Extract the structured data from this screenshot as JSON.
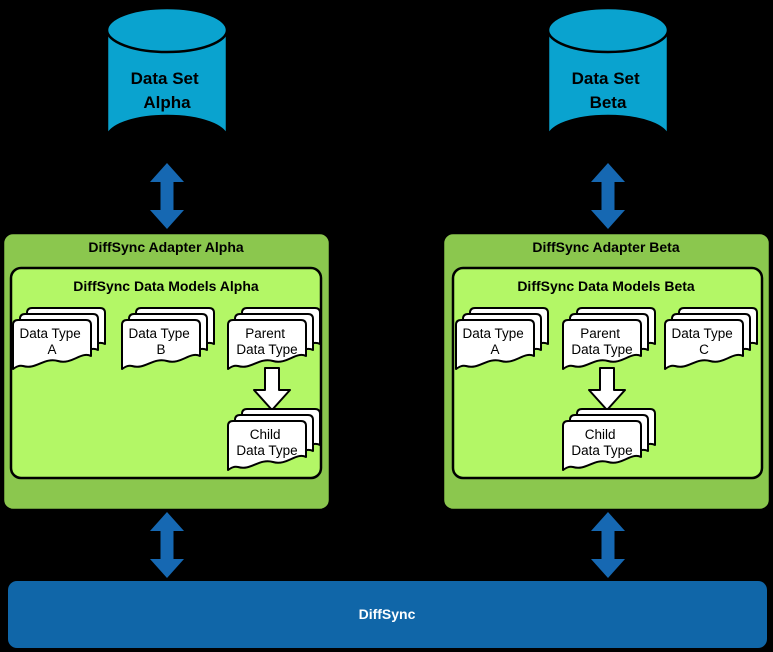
{
  "colors": {
    "background": "#000000",
    "dataset_cyan": "#0aa3cf",
    "adapter_green": "#8bc74e",
    "models_green": "#b3f766",
    "arrow_blue": "#1668b2",
    "bar_blue": "#1066a8",
    "sheet_white": "#ffffff",
    "outline_black": "#000000"
  },
  "datasets": {
    "alpha": {
      "line1": "Data Set",
      "line2": "Alpha"
    },
    "beta": {
      "line1": "Data Set",
      "line2": "Beta"
    }
  },
  "adapters": {
    "alpha": {
      "title": "DiffSync Adapter Alpha",
      "models_title": "DiffSync Data Models Alpha",
      "stacks": {
        "a": {
          "line1": "Data Type",
          "line2": "A"
        },
        "b": {
          "line1": "Data Type",
          "line2": "B"
        },
        "parent": {
          "line1": "Parent",
          "line2": "Data Type"
        },
        "child": {
          "line1": "Child",
          "line2": "Data Type"
        }
      }
    },
    "beta": {
      "title": "DiffSync Adapter Beta",
      "models_title": "DiffSync Data Models Beta",
      "stacks": {
        "a": {
          "line1": "Data Type",
          "line2": "A"
        },
        "parent": {
          "line1": "Parent",
          "line2": "Data Type"
        },
        "c": {
          "line1": "Data Type",
          "line2": "C"
        },
        "child": {
          "line1": "Child",
          "line2": "Data Type"
        }
      }
    }
  },
  "bar": {
    "label": "DiffSync"
  }
}
